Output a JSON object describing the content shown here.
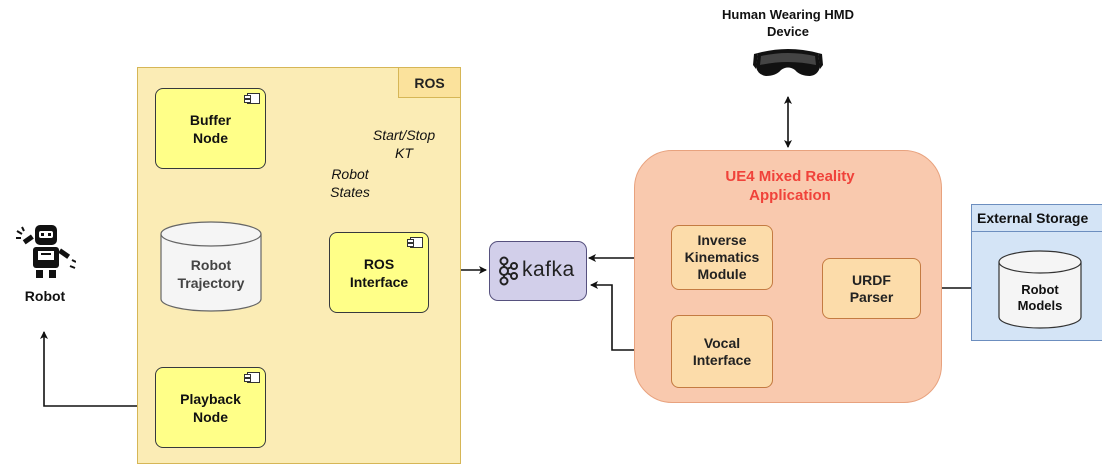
{
  "groups": {
    "ros": "ROS",
    "app": "UE4 Mixed Reality\nApplication",
    "external": "External Storage"
  },
  "nodes": {
    "buffer": "Buffer\nNode",
    "trajectory": "Robot\nTrajectory",
    "playback": "Playback\nNode",
    "ros_interface": "ROS\nInterface",
    "kafka": "kafka",
    "ik": "Inverse\nKinematics\nModule",
    "vocal": "Vocal\nInterface",
    "urdf": "URDF\nParser",
    "robot_models": "Robot\nModels"
  },
  "labels": {
    "robot_states": "Robot\nStates",
    "start_stop": "Start/Stop\nKT",
    "robot": "Robot",
    "hmd": "Human Wearing HMD\nDevice"
  },
  "icons": [
    "robot-icon",
    "hmd-headset-icon",
    "kafka-logo-icon",
    "component-icon",
    "database-cylinder-icon"
  ],
  "colors": {
    "ros_fill": "#fbecb5",
    "node_fill": "#ffff88",
    "app_fill": "#f9c9ae",
    "app_title": "#f0423a",
    "app_node_fill": "#fcdcaa",
    "storage_fill": "#d4e4f6",
    "kafka_fill": "#d2cfea"
  }
}
